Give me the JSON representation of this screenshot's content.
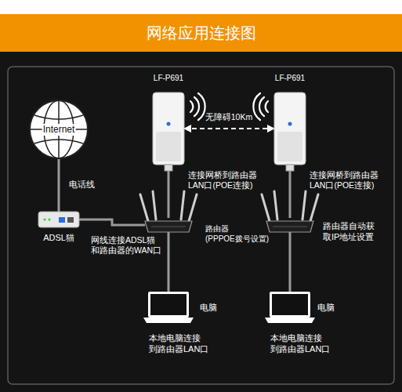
{
  "diagram": {
    "title": "网络应用连接图",
    "nodes": [
      {
        "text": [
          "Internet"
        ]
      },
      {
        "text": [
          "LF-P691"
        ]
      },
      {
        "text": [
          "LF-P691"
        ]
      },
      {
        "text": [
          "ADSL猫"
        ]
      },
      {
        "text": [
          "路由器 (PPPOE拨号设置)"
        ]
      },
      {
        "text": [
          "路由器自动获 取IP地址设置"
        ]
      },
      {
        "text": [
          "电脑",
          "本地电脑连接 到路由器LAN口"
        ]
      },
      {
        "text": [
          "电脑",
          "本地电脑连接 到路由器LAN口"
        ]
      }
    ],
    "edges": [
      {
        "from": 0,
        "to": 3,
        "arrow": "none",
        "label": "电话线"
      },
      {
        "from": 3,
        "to": 4,
        "arrow": "none",
        "label": "网线连接ADSL猫 和路由器的WAN口"
      },
      {
        "from": 1,
        "to": 4,
        "arrow": "none",
        "label": "连接网桥到路由器 LAN口(POE连接)"
      },
      {
        "from": 2,
        "to": 5,
        "arrow": "none",
        "label": "连接网桥到路由器 LAN口(POE连接)"
      },
      {
        "from": 4,
        "to": 6,
        "arrow": "none"
      },
      {
        "from": 5,
        "to": 7,
        "arrow": "none"
      },
      {
        "from": 1,
        "to": 2,
        "arrow": "both",
        "label": "无障碍10Km"
      }
    ]
  }
}
